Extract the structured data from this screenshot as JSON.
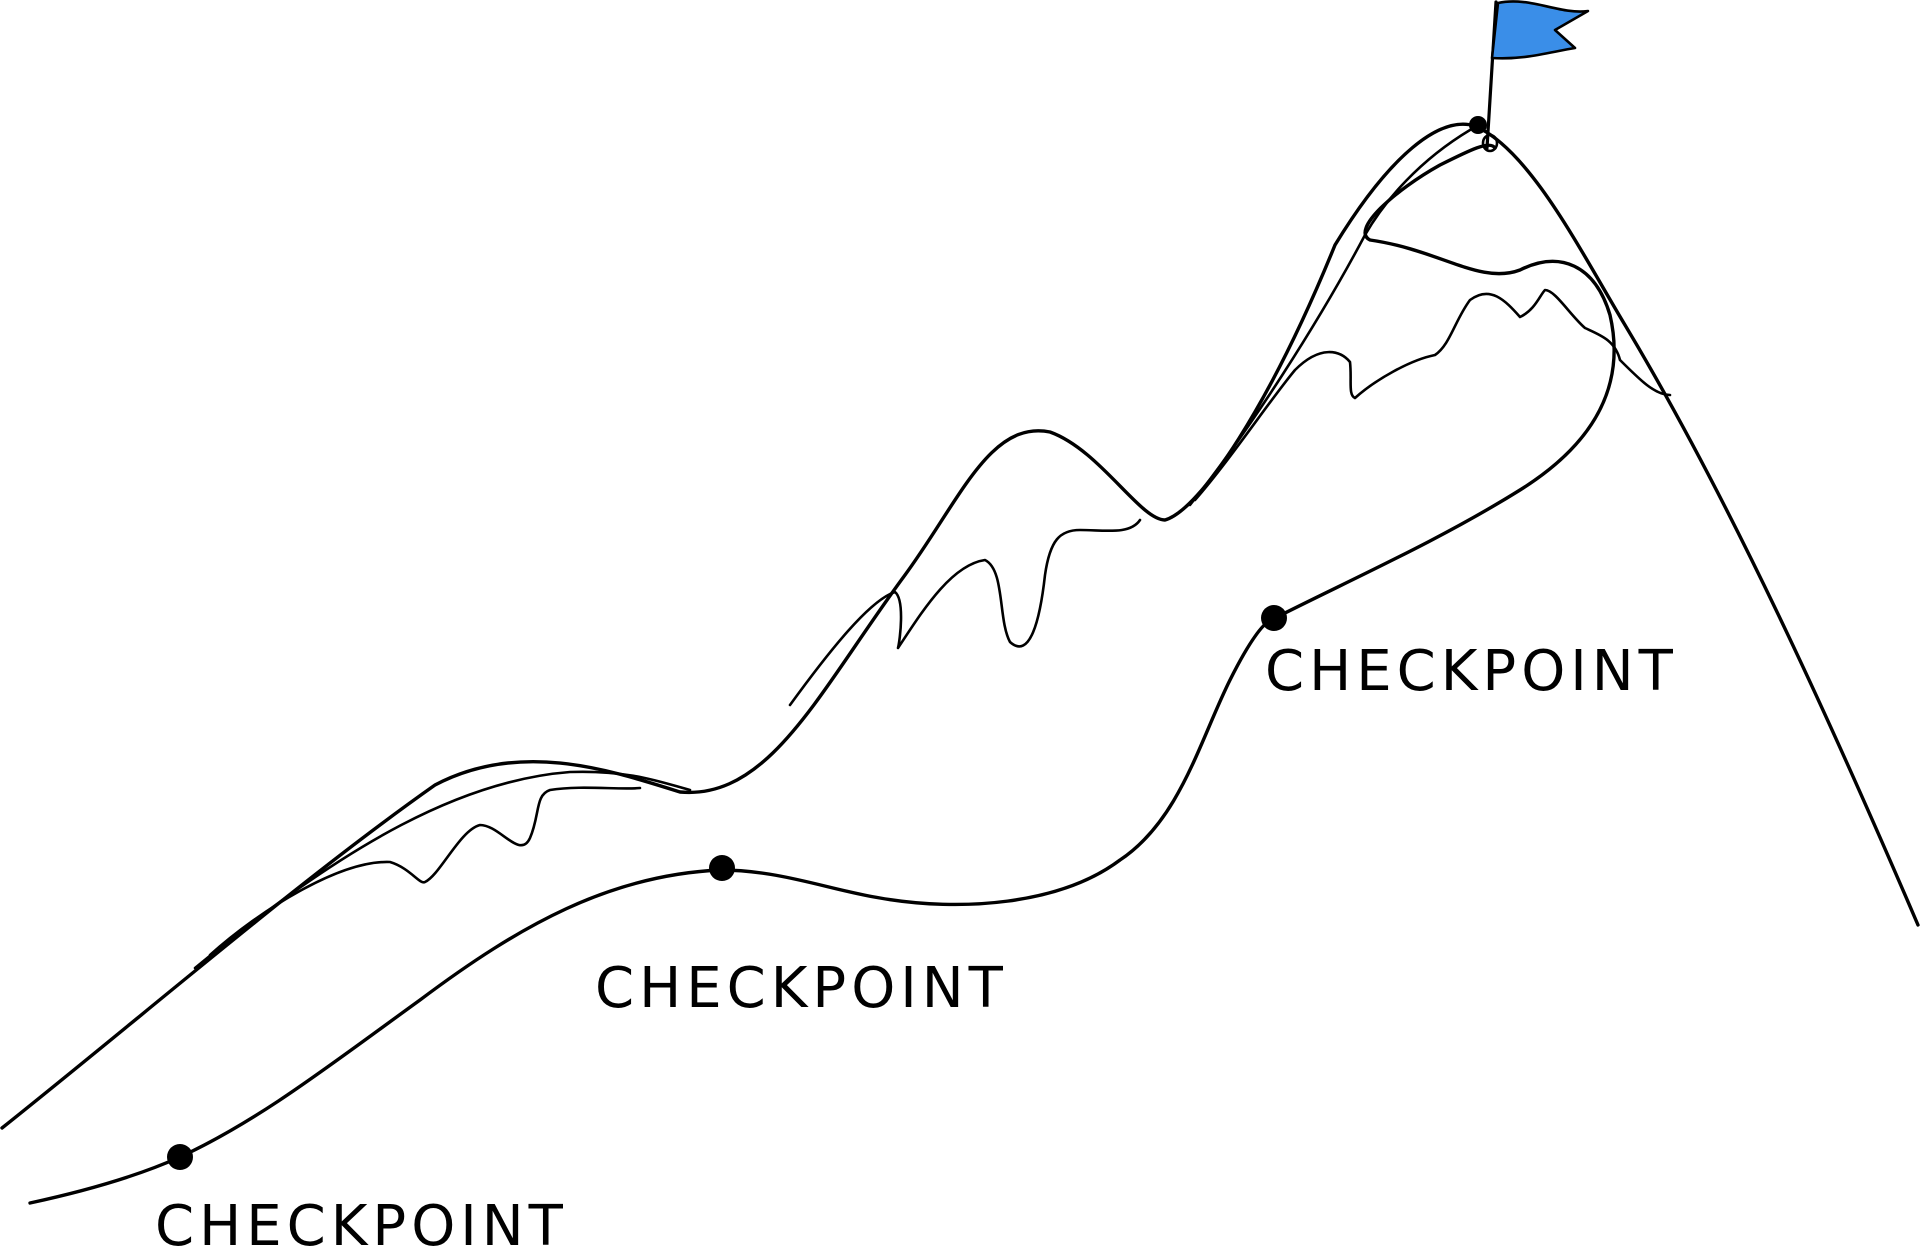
{
  "checkpoints": [
    {
      "label": "CHECKPOINT"
    },
    {
      "label": "CHECKPOINT"
    },
    {
      "label": "CHECKPOINT"
    }
  ],
  "colors": {
    "ink": "#000000",
    "flag": "#3a8ee8",
    "background": "#ffffff"
  },
  "icons": {
    "summit": "flag-icon",
    "checkpoint": "dot-marker-icon"
  }
}
